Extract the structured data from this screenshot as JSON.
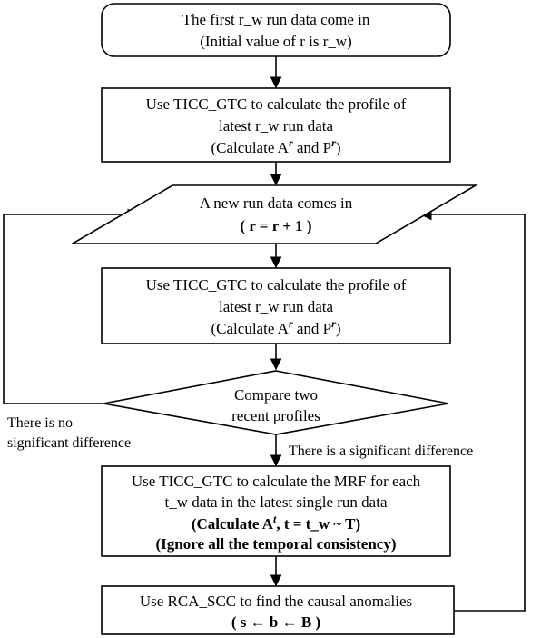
{
  "nodes": {
    "start": {
      "line1": "The first r_w run data come in",
      "line2": "(Initial value of r is r_w)"
    },
    "ticc_first": {
      "line1": "Use TICC_GTC to calculate the profile of",
      "line2": "latest r_w run data",
      "line3": "(Calculate A",
      "line3_sup1": "r",
      "line3_mid": " and P",
      "line3_sup2": "r",
      "line3_end": ")"
    },
    "new_run": {
      "line1": "A new run data comes in",
      "line2": "( r = r + 1 )"
    },
    "ticc_repeat": {
      "line1": "Use TICC_GTC to calculate the profile of",
      "line2": "latest r_w run data",
      "line3": "(Calculate A",
      "line3_sup1": "r",
      "line3_mid": " and P",
      "line3_sup2": "r",
      "line3_end": ")"
    },
    "compare": {
      "line1": "Compare two",
      "line2": "recent profiles"
    },
    "mrf": {
      "line1": "Use TICC_GTC to calculate the MRF for each",
      "line2": "t_w data in the latest single run data",
      "line3": "(Calculate A",
      "line3_sup": "t",
      "line3_end": ", t = t_w ~ T)",
      "line4": "(Ignore all the temporal consistency)"
    },
    "rca": {
      "line1": "Use RCA_SCC to find the causal anomalies",
      "line2": "( s ← b ← B )"
    }
  },
  "edge_labels": {
    "no_diff_line1": "There is no",
    "no_diff_line2": "significant difference",
    "diff": "There is a significant difference"
  }
}
